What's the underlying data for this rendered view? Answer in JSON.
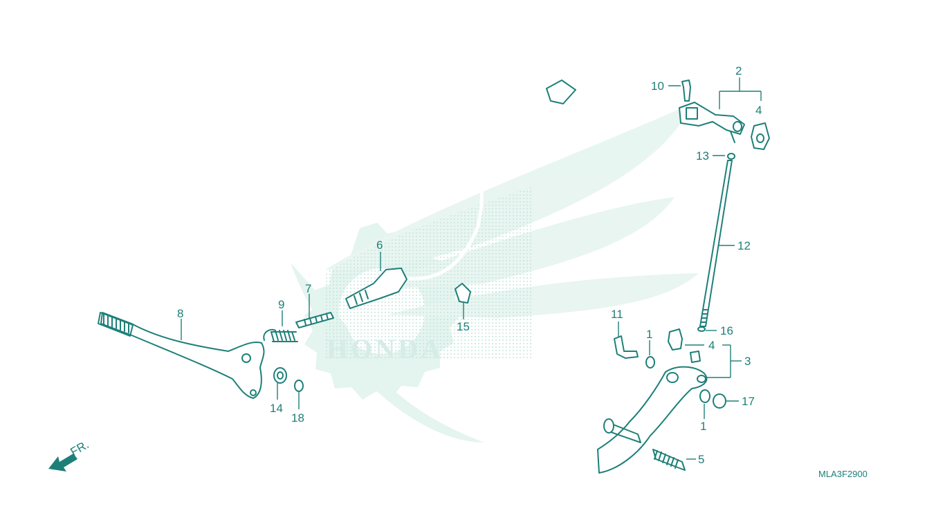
{
  "diagram": {
    "drawing_code": "MLA3F2900",
    "direction_label": "FR.",
    "watermark_text": "HONDA",
    "line_color": "#1d7f78",
    "watermark_color": "#dff2ec",
    "callouts": {
      "c1a": "1",
      "c1b": "1",
      "c2": "2",
      "c3": "3",
      "c4a": "4",
      "c4b": "4",
      "c5": "5",
      "c6": "6",
      "c7": "7",
      "c8": "8",
      "c9": "9",
      "c10": "10",
      "c11": "11",
      "c12": "12",
      "c13": "13",
      "c14": "14",
      "c15": "15",
      "c16": "16",
      "c17": "17",
      "c18": "18"
    }
  }
}
